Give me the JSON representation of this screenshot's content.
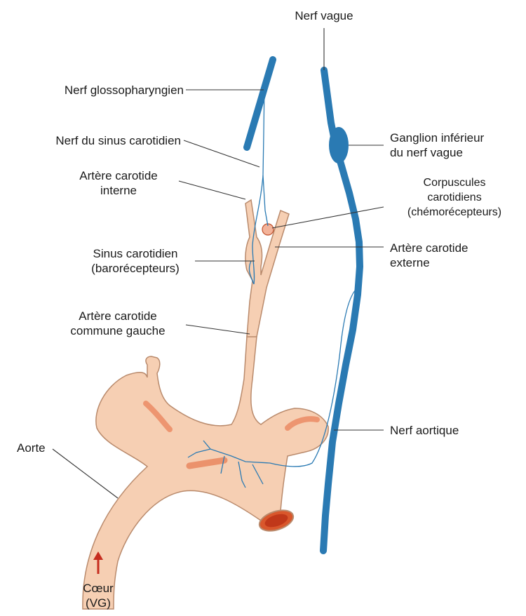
{
  "labels": {
    "nerf_vague": "Nerf vague",
    "nerf_glossopharyngien": "Nerf glossopharyngien",
    "nerf_sinus_carotidien": "Nerf du sinus carotidien",
    "artere_carotide_interne": [
      "Artère carotide",
      "interne"
    ],
    "sinus_carotidien": [
      "Sinus carotidien",
      "(barorécepteurs)"
    ],
    "artere_carotide_commune": [
      "Artère carotide",
      "commune gauche"
    ],
    "aorte": "Aorte",
    "coeur": [
      "Cœur",
      "(VG)"
    ],
    "ganglion_inferieur": [
      "Ganglion inférieur",
      "du nerf vague"
    ],
    "corpuscules": [
      "Corpuscules",
      "carotidiens",
      "(chémorécepteurs)"
    ],
    "artere_carotide_externe": [
      "Artère carotide",
      "externe"
    ],
    "nerf_aortique": "Nerf aortique"
  },
  "colors": {
    "nerve": "#2a7ab3",
    "artery_fill": "#f6cfb3",
    "artery_stroke": "#b98a6c",
    "artery_shade": "#e9825a",
    "arrow": "#c62d1f",
    "leader": "#333333"
  }
}
